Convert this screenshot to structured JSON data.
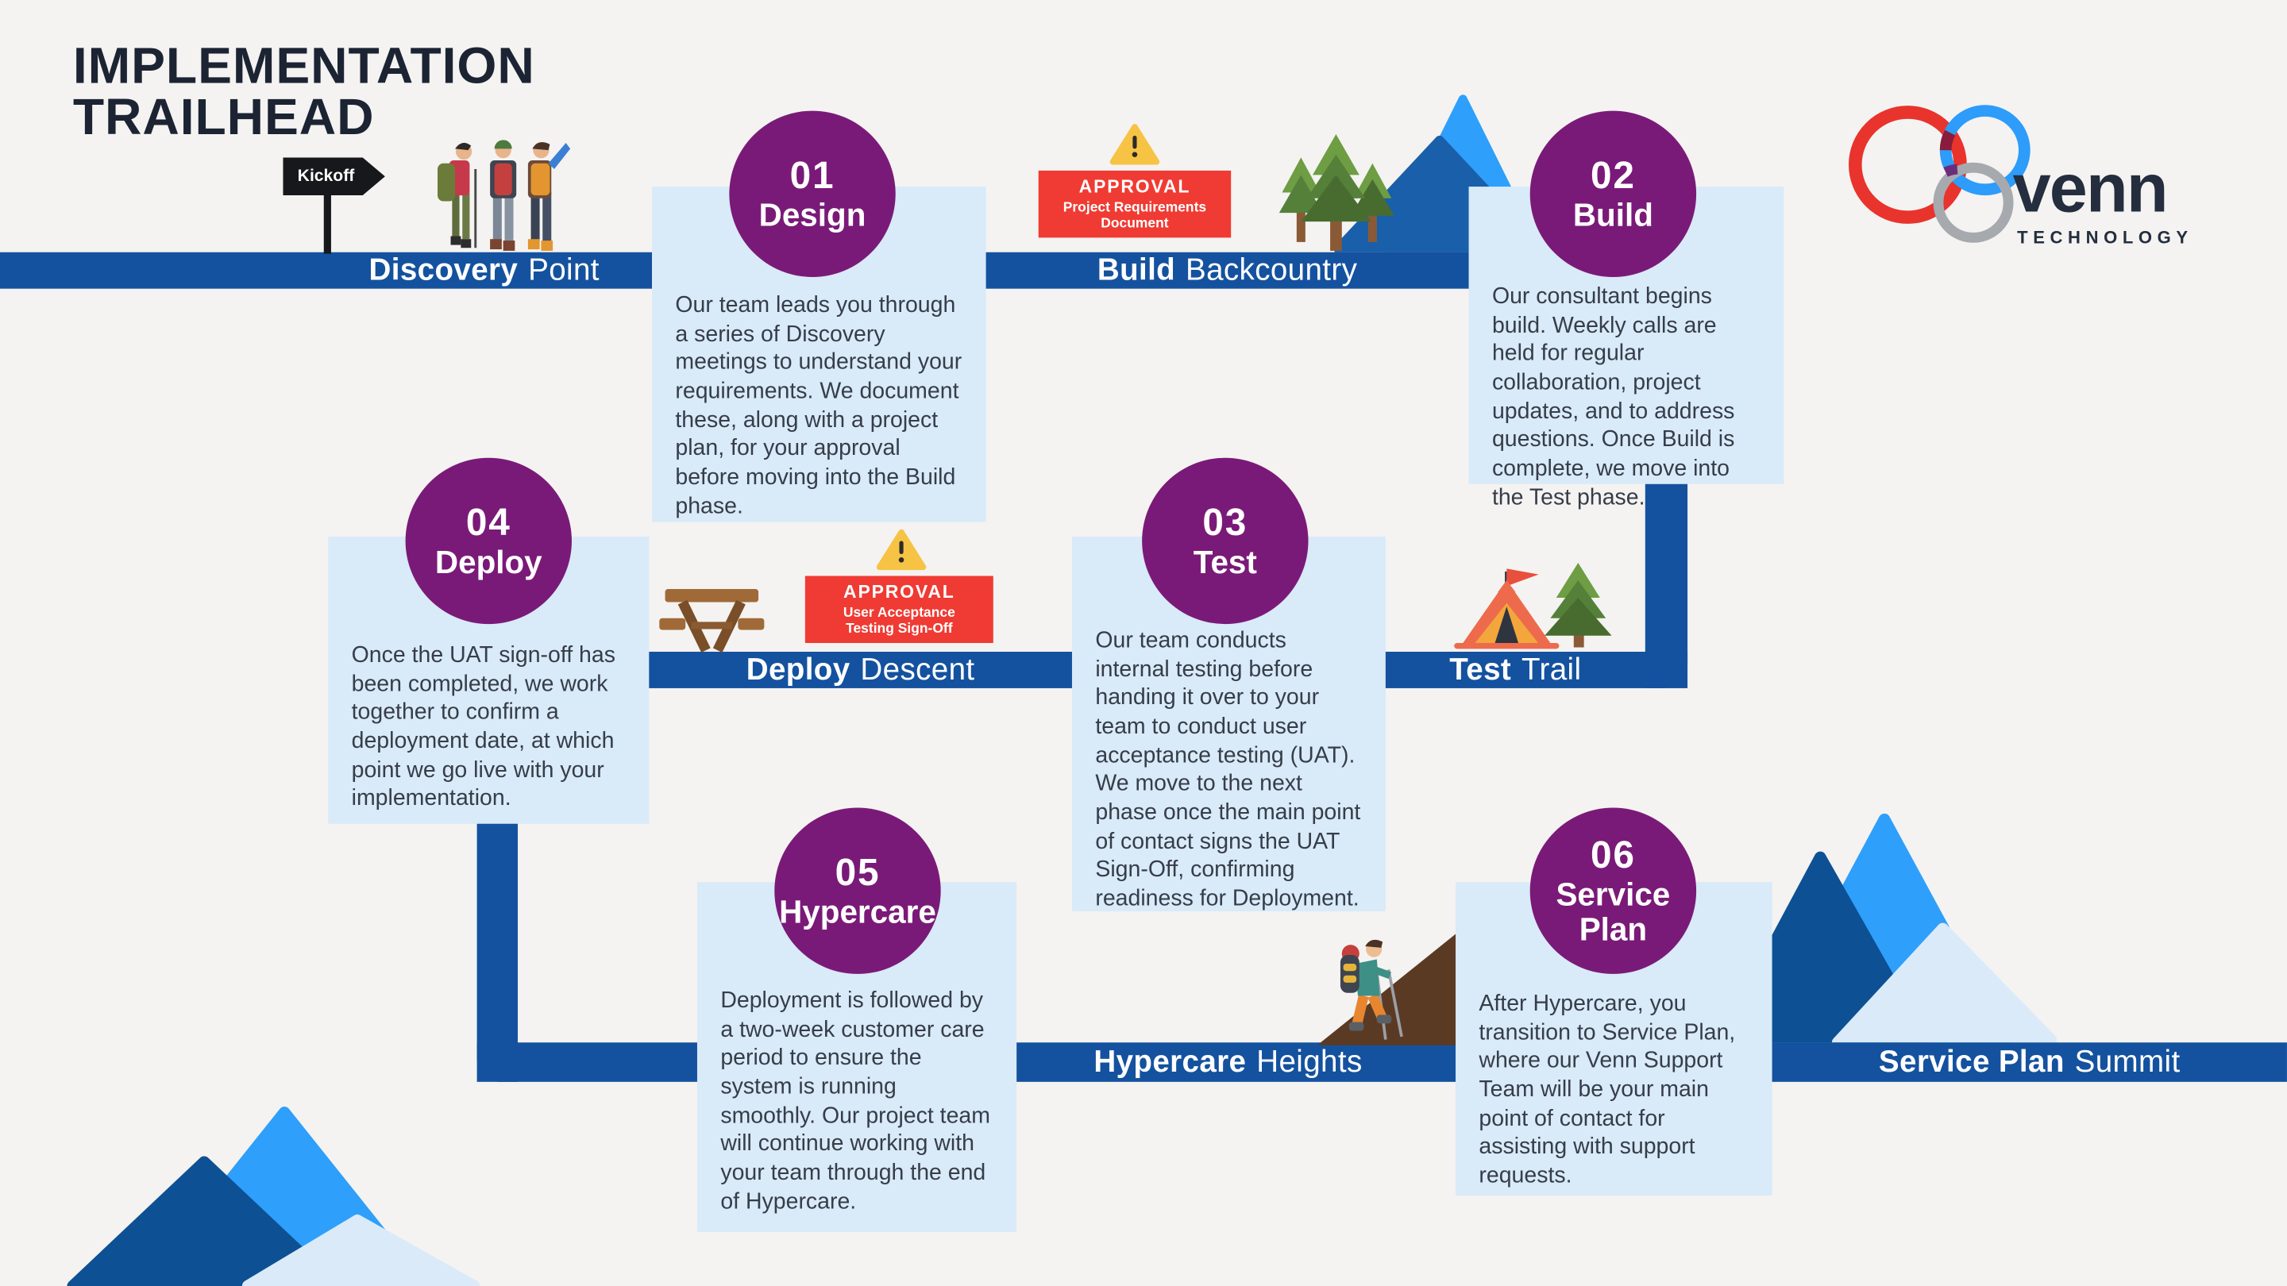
{
  "header": {
    "title_line1": "IMPLEMENTATION",
    "title_line2": "TRAILHEAD"
  },
  "logo": {
    "brand": "venn",
    "tagline": "TECHNOLOGY"
  },
  "kickoff": {
    "label": "Kickoff"
  },
  "trail": {
    "discovery": {
      "bold": "Discovery",
      "light": "Point"
    },
    "build": {
      "bold": "Build",
      "light": "Backcountry"
    },
    "deploy": {
      "bold": "Deploy",
      "light": "Descent"
    },
    "test": {
      "bold": "Test",
      "light": "Trail"
    },
    "hypercare": {
      "bold": "Hypercare",
      "light": "Heights"
    },
    "service": {
      "bold": "Service Plan",
      "light": "Summit"
    }
  },
  "phases": [
    {
      "number": "01",
      "name": "Design",
      "description": "Our team leads you through a series of Discovery meetings to understand your requirements. We document these, along with a project plan, for your approval before moving into the Build phase."
    },
    {
      "number": "02",
      "name": "Build",
      "description": "Our consultant begins build. Weekly calls are held for regular collaboration, project updates, and to address questions. Once Build is complete, we move into the Test phase."
    },
    {
      "number": "03",
      "name": "Test",
      "description": "Our team conducts internal testing before handing it over to your team to conduct user acceptance testing (UAT). We move to the next phase once the main point of contact signs the UAT Sign-Off, confirming readiness for Deployment."
    },
    {
      "number": "04",
      "name": "Deploy",
      "description": "Once the UAT sign-off has been completed, we work together to confirm a deployment date, at which point we go live with your implementation."
    },
    {
      "number": "05",
      "name": "Hypercare",
      "description": "Deployment is followed by a two-week customer care period to ensure the system is running smoothly. Our project team will continue working with your team through the end of Hypercare."
    },
    {
      "number": "06",
      "name": "Service Plan",
      "description": "After Hypercare, you transition to Service Plan, where our Venn Support Team will be your main point of contact for assisting with support requests."
    }
  ],
  "approvals": [
    {
      "heading": "APPROVAL",
      "line1": "Project Requirements",
      "line2": "Document"
    },
    {
      "heading": "APPROVAL",
      "line1": "User Acceptance",
      "line2": "Testing Sign-Off"
    }
  ],
  "colors": {
    "trail_blue": "#14529F",
    "box_blue": "#D9EAF8",
    "circle_purple": "#7A1A78",
    "alert_red": "#EF3B33",
    "warn_yellow": "#F6C344",
    "title_navy": "#1C2433",
    "body_text": "#363D49",
    "mountain_dark": "#0D5094",
    "mountain_bright": "#2E9FFB",
    "mountain_pale": "#DAEAF8",
    "logo_red": "#E8342C",
    "logo_blue": "#2D9CFA",
    "logo_gray": "#A6AAAF"
  }
}
